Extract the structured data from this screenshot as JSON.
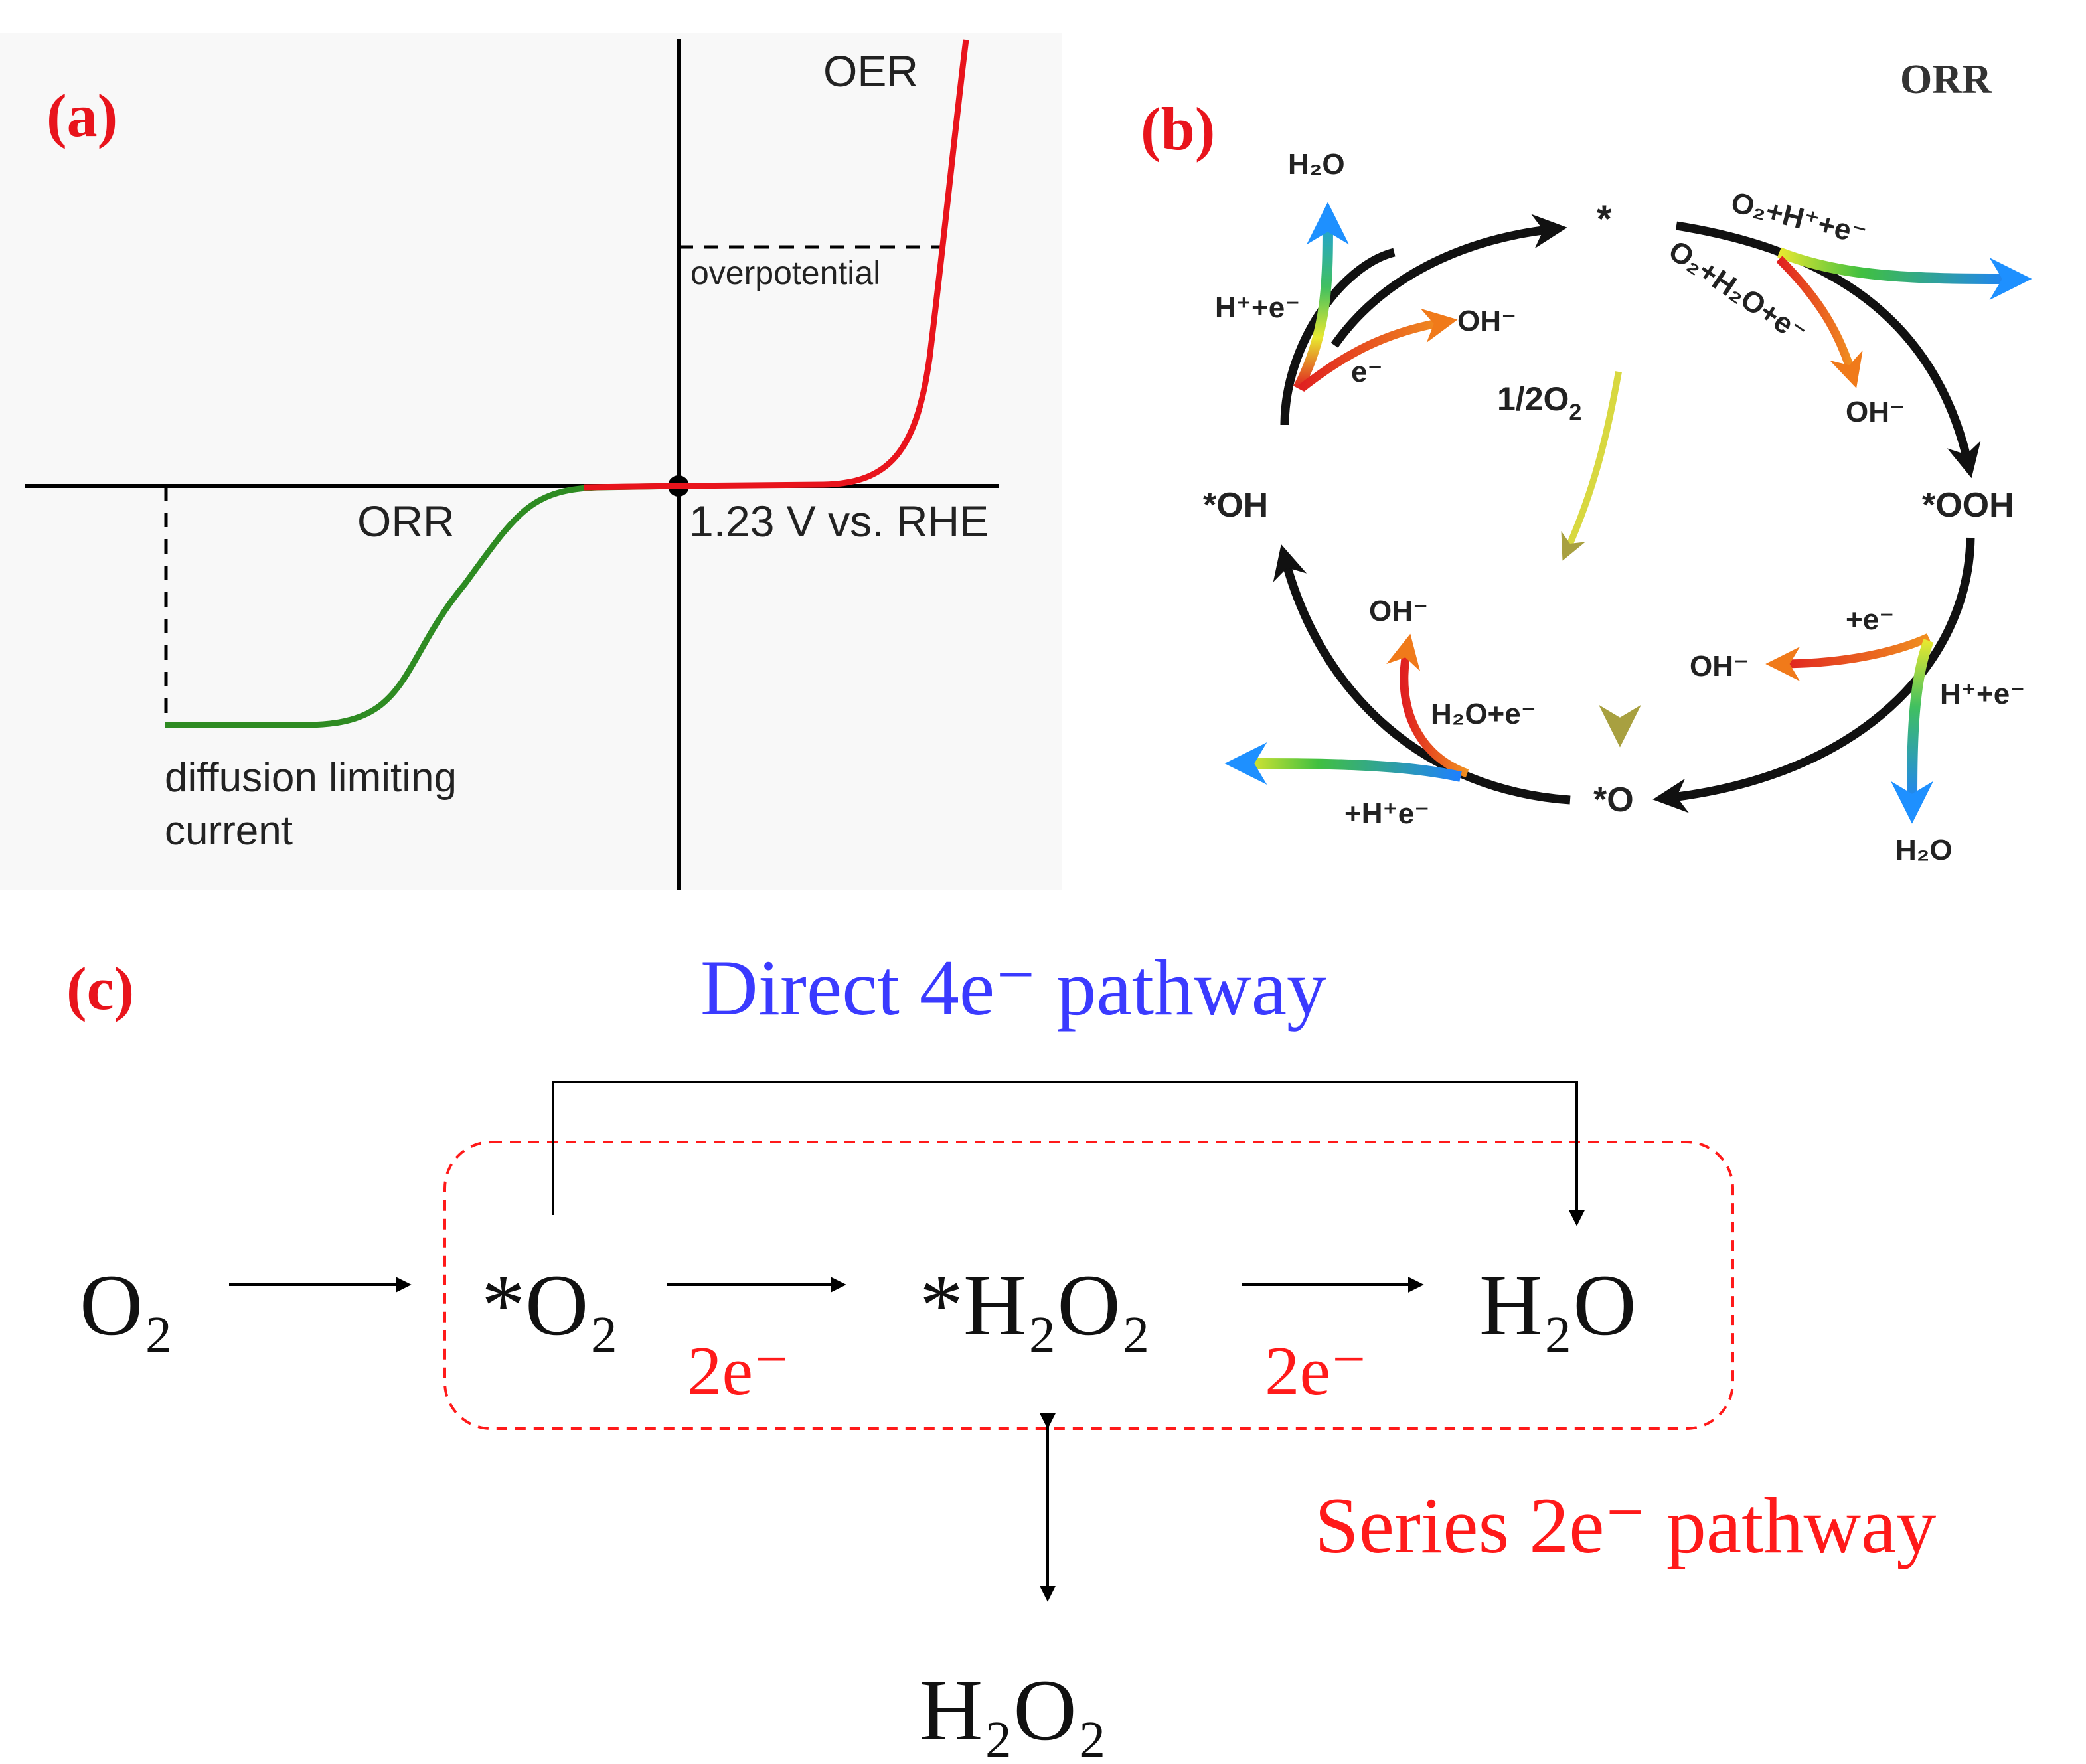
{
  "panel_a": {
    "tag": "(a)",
    "oer_label": "OER",
    "orr_label": "ORR",
    "overpotential_label": "overpotential",
    "potential_label": "1.23 V vs. RHE",
    "diffusion_label_line1": "diffusion limiting",
    "diffusion_label_line2": "current",
    "colors": {
      "orr_curve": "#2e8b22",
      "oer_curve": "#e8141c",
      "background": "#f8f8f8"
    }
  },
  "panel_b": {
    "tag": "(b)",
    "title": "ORR",
    "site_star": "*",
    "species_ooh": "*OOH",
    "species_o": "*O",
    "species_oh": "*OH",
    "half_o2_base": "1/2O",
    "half_o2_sub": "2",
    "top_right_reaction_1": "O₂+H⁺+e⁻",
    "top_right_reaction_2": "O₂+H₂O+e⁻",
    "top_right_oh": "OH⁻",
    "right_plus_e": "+e⁻",
    "right_oh": "OH⁻",
    "right_h_e": "H⁺+e⁻",
    "right_h2o": "H₂O",
    "bottom_left_h2o_e": "H₂O+e⁻",
    "bottom_left_oh": "OH⁻",
    "bottom_left_plus_h_e": "+H⁺e⁻",
    "top_left_h2o": "H₂O",
    "top_left_h_e": "H⁺+e⁻",
    "top_left_oh": "OH⁻",
    "top_left_e": "e⁻"
  },
  "panel_c": {
    "tag": "(c)",
    "direct_label": "Direct 4e⁻ pathway",
    "series_label": "Series 2e⁻ pathway",
    "o2": "O₂",
    "star_o2": "*O₂",
    "star_h2o2": "*H₂O₂",
    "h2o": "H₂O",
    "h2o2": "H₂O₂",
    "two_e_1": "2e⁻",
    "two_e_2": "2e⁻",
    "colors": {
      "direct_text": "#3a3aff",
      "series_text": "#ff1a1a",
      "dashed_box": "#ff1a1a"
    }
  }
}
